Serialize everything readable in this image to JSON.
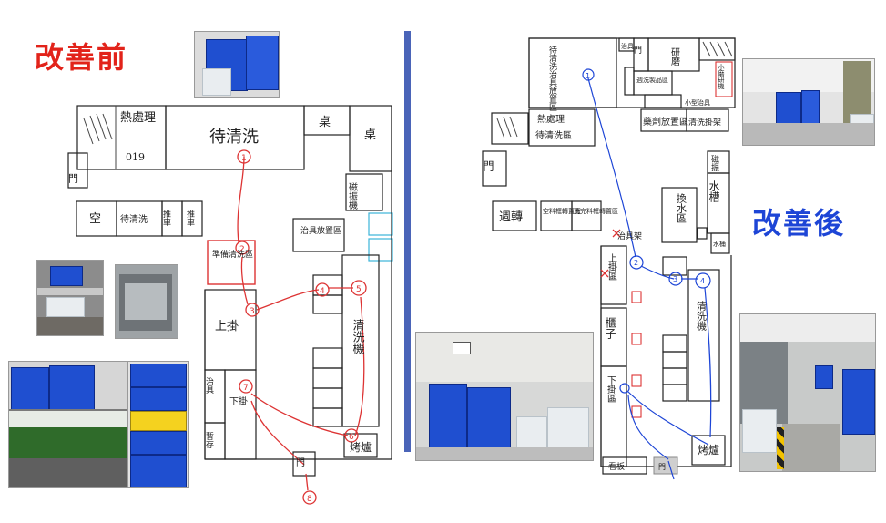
{
  "before": {
    "title": "改善前",
    "labels": {
      "heat_treatment": "熱處理",
      "code": "019",
      "pending_wash": "待清洗",
      "table1": "桌",
      "table2": "桌",
      "ultrasonic": "磁振機",
      "empty": "空",
      "pending_wash_small": "待清洗",
      "cart1": "推車",
      "cart2": "推車",
      "jig_storage": "治具放置區",
      "prep_wash": "準備清洗區",
      "hang_on": "上掛",
      "washer": "清洗機",
      "jig": "治具",
      "hang_off": "下掛",
      "staging": "暫存",
      "oven": "烤爐",
      "door_left": "門",
      "door_bottom": "門"
    },
    "steps": [
      "1",
      "2",
      "3",
      "4",
      "5",
      "6",
      "7",
      "8"
    ]
  },
  "after": {
    "title": "改善後",
    "labels": {
      "pending_wash_jig_area": "待清洗治具放置區",
      "jig_top": "治具",
      "door_top": "門",
      "grind": "研磨",
      "small_grinder": "小磨研機",
      "heat_treatment": "熱處理",
      "pending_wash_area": "待清洗區",
      "wash_clean_area": "週洗製品區",
      "small_jig": "小型治具",
      "powder_area": "藥劑放置區",
      "wash_hang": "清洗掛架",
      "door_left": "門",
      "turnover": "週轉",
      "empty_rack": "空料框轉置區",
      "finish_rack": "洗完料框轉置區",
      "rack_label": "治具架",
      "water_change": "換水區",
      "ultrasonic": "磁振",
      "water_tank": "水槽",
      "water_bucket": "水桶",
      "hang_on_area": "上掛區",
      "cabinet": "櫃子",
      "washer": "清洗機",
      "hang_off_area": "下掛區",
      "oven": "烤爐",
      "board": "看板",
      "door_bottom": "門"
    },
    "steps": [
      "1",
      "2",
      "3",
      "4"
    ]
  }
}
